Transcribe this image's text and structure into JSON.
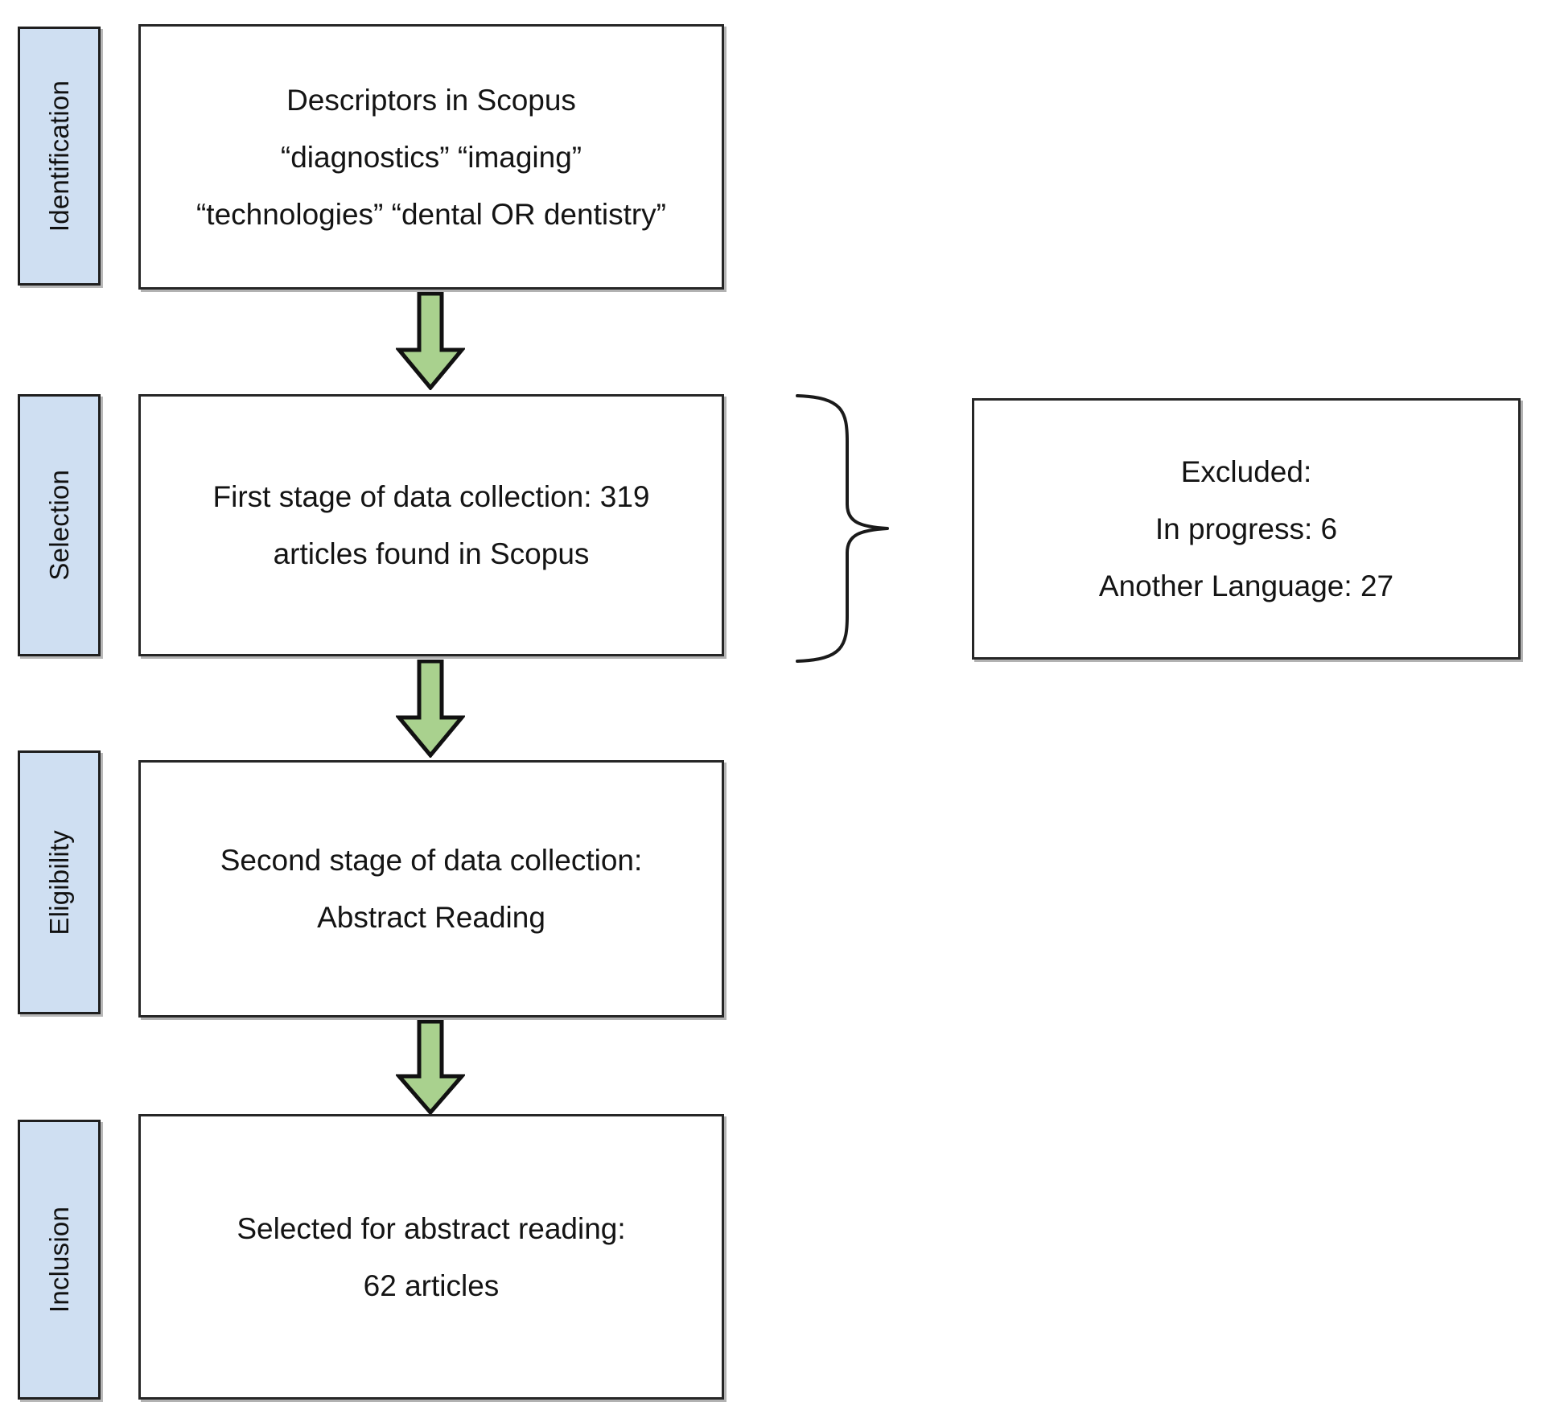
{
  "diagram": {
    "title": "PRISMA study selection flow diagram",
    "colors": {
      "stage_label_fill": "#cfdff2",
      "stage_label_border": "#1f1f1f",
      "box_fill": "#ffffff",
      "box_border": "#262626",
      "arrow_fill": "#a9d18e",
      "arrow_border": "#111111",
      "brace_stroke": "#1a1a1a",
      "text": "#141414",
      "background": "#ffffff"
    }
  },
  "stages": [
    {
      "id": "identification",
      "label": "Identification"
    },
    {
      "id": "selection",
      "label": "Selection"
    },
    {
      "id": "eligibility",
      "label": "Eligibility"
    },
    {
      "id": "inclusion",
      "label": "Inclusion"
    }
  ],
  "boxes": {
    "identification": {
      "name": "descriptors-box",
      "lines": [
        "Descriptors in Scopus",
        "“diagnostics” “imaging”",
        "“technologies” “dental OR dentistry”"
      ]
    },
    "selection": {
      "name": "first-stage-box",
      "lines": [
        "First stage of data collection: 319",
        "articles found in Scopus"
      ]
    },
    "eligibility": {
      "name": "second-stage-box",
      "lines": [
        "Second stage of data collection:",
        "Abstract Reading"
      ]
    },
    "inclusion": {
      "name": "selected-box",
      "lines": [
        "Selected for abstract reading:",
        "62 articles"
      ]
    },
    "excluded": {
      "name": "excluded-box",
      "lines": [
        "Excluded:",
        "In progress: 6",
        "Another Language: 27"
      ]
    }
  },
  "connectors": {
    "arrow_1": {
      "name": "arrow-identification-to-selection",
      "icon": "down-arrow-icon"
    },
    "arrow_2": {
      "name": "arrow-selection-to-eligibility",
      "icon": "down-arrow-icon"
    },
    "arrow_3": {
      "name": "arrow-eligibility-to-inclusion",
      "icon": "down-arrow-icon"
    },
    "brace": {
      "name": "exclusion-brace",
      "icon": "curly-brace-icon"
    }
  },
  "chart_data": {
    "type": "table",
    "title": "Study selection flow (PRISMA)",
    "stages": [
      "Identification",
      "Selection",
      "Eligibility",
      "Inclusion"
    ],
    "records": [
      {
        "stage": "Identification",
        "text": "Descriptors in Scopus: “diagnostics” “imaging” “technologies” “dental OR dentistry”",
        "count": null
      },
      {
        "stage": "Selection",
        "text": "First stage of data collection: articles found in Scopus",
        "count": 319
      },
      {
        "stage": "Selection",
        "text": "Excluded: In progress",
        "count": 6
      },
      {
        "stage": "Selection",
        "text": "Excluded: Another Language",
        "count": 27
      },
      {
        "stage": "Eligibility",
        "text": "Second stage of data collection: Abstract Reading",
        "count": null
      },
      {
        "stage": "Inclusion",
        "text": "Selected for abstract reading: articles",
        "count": 62
      }
    ]
  }
}
